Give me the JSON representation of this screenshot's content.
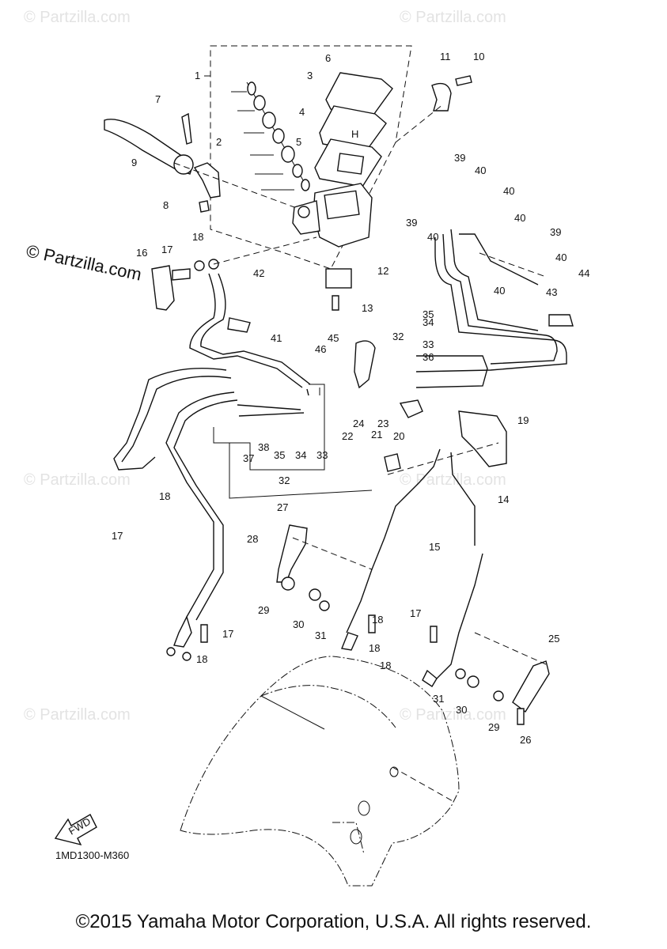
{
  "watermarks": {
    "site": "© Partzilla.com",
    "side": "© Partzilla.com"
  },
  "diagram_code": "1MD1300-M360",
  "fwd_label": "FWD",
  "master_cylinder_letter": "H",
  "copyright": "©2015 Yamaha Motor Corporation, U.S.A. All rights reserved.",
  "callouts": [
    "1",
    "2",
    "3",
    "4",
    "5",
    "6",
    "7",
    "8",
    "9",
    "10",
    "11",
    "12",
    "13",
    "14",
    "15",
    "16",
    "17",
    "17",
    "17",
    "17",
    "18",
    "18",
    "18",
    "18",
    "18",
    "18",
    "19",
    "20",
    "21",
    "22",
    "23",
    "24",
    "25",
    "26",
    "27",
    "28",
    "29",
    "29",
    "30",
    "30",
    "31",
    "31",
    "32",
    "32",
    "33",
    "33",
    "34",
    "34",
    "35",
    "35",
    "36",
    "37",
    "38",
    "39",
    "39",
    "39",
    "40",
    "40",
    "40",
    "40",
    "40",
    "40",
    "41",
    "42",
    "43",
    "44",
    "45",
    "46"
  ]
}
